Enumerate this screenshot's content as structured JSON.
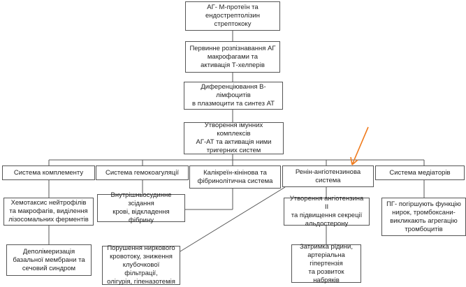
{
  "nodes": {
    "ag_protein": "АГ- М-протеїн та\nендострептолізин\nстрептококу",
    "primary_recognition": "Первинне розпізнавання АГ\nмакрофагами та\nактивація Т-хелперів",
    "differentiation": "Диференціювання В-лімфоцитів\nв плазмоцити та синтез АТ",
    "immune_complexes": "Утворення імунних комплексів\nАГ-АТ та активація ними\nтригерних систем",
    "complement": "Система комплементу",
    "coagulation": "Система гемокоагуляції",
    "kallikrein": "Калікреїн-кінінова та\nфібринолітична система",
    "renin": "Ренін-ангіотензинова\nсистема",
    "mediators": "Система медіаторів",
    "chemotaxis": "Хемотаксис нейтрофілів\nта макрофагів, виділення\nлізосомальних ферментів",
    "intravascular": "Внутрішньосудинне зсідання\nкрові, відкладення фібрину",
    "angiotensin": "Утворення ангіотензина II\nта підвищення секреції\nальдостерону",
    "prostaglandins": "ПГ- погіршують функцію\nнирок, тромбоксани-\nвикликають агрегацію\nтромбоцитів",
    "depolymerization": "Деполімеризація\nбазальної мембрани та\nсечовий синдром",
    "renal_disorders": "Порушення ниркового\nкровотоку, зниження\nклубочкової фільтрації,\nолігурія, гіпеназотемія",
    "fluid_retention": "Затримка рідини,\nартеріальна гіпертензія\nта розвиток\nнабряків"
  },
  "colors": {
    "arrow": "#f07b1d",
    "border": "#555555"
  }
}
